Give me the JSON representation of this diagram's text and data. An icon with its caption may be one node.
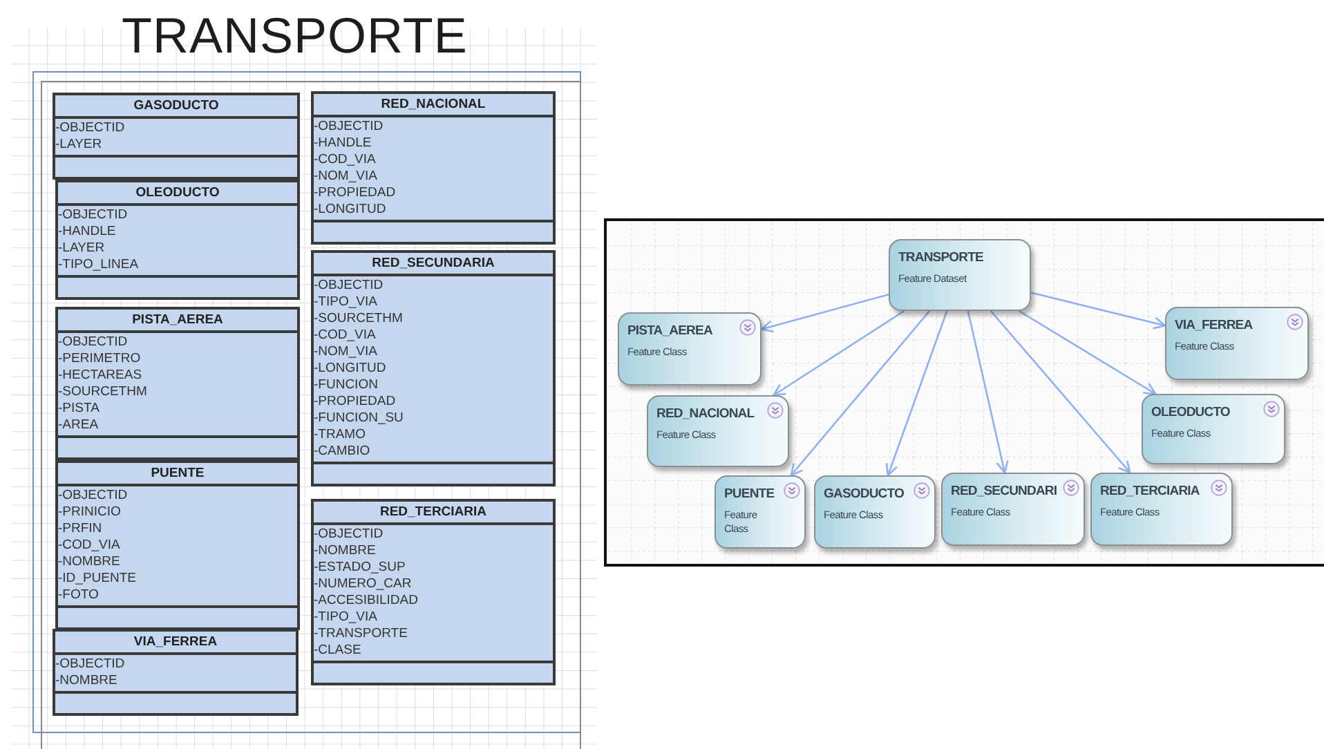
{
  "diagram": {
    "title": "TRANSPORTE",
    "nodes": [
      {
        "text": [
          "GASODUCTO",
          "-OBJECTID",
          "-LAYER"
        ]
      },
      {
        "text": [
          "OLEODUCTO",
          "-OBJECTID",
          "-HANDLE",
          "-LAYER",
          "-TIPO_LINEA"
        ]
      },
      {
        "text": [
          "PISTA_AEREA",
          "-OBJECTID",
          "-PERIMETRO",
          "-HECTAREAS",
          "-SOURCETHM",
          "-PISTA",
          "-AREA"
        ]
      },
      {
        "text": [
          "PUENTE",
          "-OBJECTID",
          "-PRINICIO",
          "-PRFIN",
          "-COD_VIA",
          "-NOMBRE",
          "-ID_PUENTE",
          "-FOTO"
        ]
      },
      {
        "text": [
          "VIA_FERREA",
          "-OBJECTID",
          "-NOMBRE"
        ]
      },
      {
        "text": [
          "RED_NACIONAL",
          "-OBJECTID",
          "-HANDLE",
          "-COD_VIA",
          "-NOM_VIA",
          "-PROPIEDAD",
          "-LONGITUD"
        ]
      },
      {
        "text": [
          "RED_SECUNDARIA",
          "-OBJECTID",
          "-TIPO_VIA",
          "-SOURCETHM",
          "-COD_VIA",
          "-NOM_VIA",
          "-LONGITUD",
          "-FUNCION",
          "-PROPIEDAD",
          "-FUNCION_SU",
          "-TRAMO",
          "-CAMBIO"
        ]
      },
      {
        "text": [
          "RED_TERCIARIA",
          "-OBJECTID",
          "-NOMBRE",
          "-ESTADO_SUP",
          "-NUMERO_CAR",
          "-ACCESIBILIDAD",
          "-TIPO_VIA",
          "-TRANSPORTE",
          "-CLASE"
        ]
      },
      {
        "text": [
          "TRANSPORTE",
          "Feature Dataset"
        ]
      },
      {
        "text": [
          "PISTA_AEREA",
          "Feature Class"
        ]
      },
      {
        "text": [
          "VIA_FERREA",
          "Feature Class"
        ]
      },
      {
        "text": [
          "RED_NACIONAL",
          "Feature Class"
        ]
      },
      {
        "text": [
          "OLEODUCTO",
          "Feature Class"
        ]
      },
      {
        "text": [
          "PUENTE",
          "Feature Class"
        ]
      },
      {
        "text": [
          "GASODUCTO",
          "Feature Class"
        ]
      },
      {
        "text": [
          "RED_SECUNDARI",
          "Feature Class"
        ]
      },
      {
        "text": [
          "RED_TERCIARIA",
          "Feature Class"
        ]
      }
    ],
    "edges": [
      {
        "from": 8,
        "to": 9,
        "arrow": "to"
      },
      {
        "from": 8,
        "to": 10,
        "arrow": "to"
      },
      {
        "from": 8,
        "to": 11,
        "arrow": "to"
      },
      {
        "from": 8,
        "to": 12,
        "arrow": "to"
      },
      {
        "from": 8,
        "to": 13,
        "arrow": "to"
      },
      {
        "from": 8,
        "to": 14,
        "arrow": "to"
      },
      {
        "from": 8,
        "to": 15,
        "arrow": "to"
      },
      {
        "from": 8,
        "to": 16,
        "arrow": "to"
      }
    ]
  }
}
